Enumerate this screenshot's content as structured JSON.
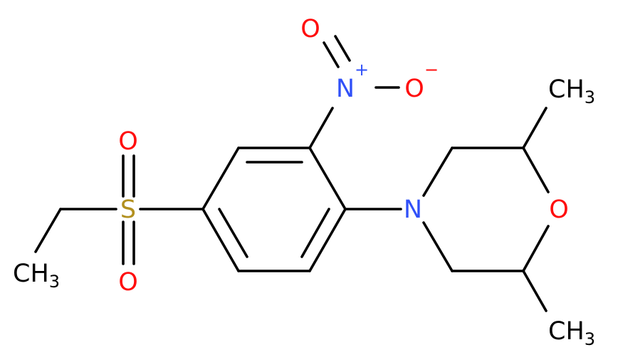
{
  "molecule": {
    "atoms": {
      "o_top": {
        "symbol": "O",
        "color": "#ff0d0d"
      },
      "n_nitro": {
        "symbol": "N",
        "color": "#3050f8"
      },
      "n_nitro_charge": "+",
      "o_minus": {
        "symbol": "O",
        "color": "#ff0d0d"
      },
      "o_minus_charge": "−",
      "s": {
        "symbol": "S",
        "color": "#b2901f"
      },
      "o_s_top": {
        "symbol": "O",
        "color": "#ff0d0d"
      },
      "o_s_bottom": {
        "symbol": "O",
        "color": "#ff0d0d"
      },
      "n_ring": {
        "symbol": "N",
        "color": "#3050f8"
      },
      "o_ring": {
        "symbol": "O",
        "color": "#ff0d0d"
      },
      "ch3_ethyl": {
        "main": "CH",
        "sub": "3",
        "color": "#000000"
      },
      "ch3_top": {
        "main": "CH",
        "sub": "3",
        "color": "#000000"
      },
      "ch3_bottom": {
        "main": "CH",
        "sub": "3",
        "color": "#000000"
      }
    }
  }
}
